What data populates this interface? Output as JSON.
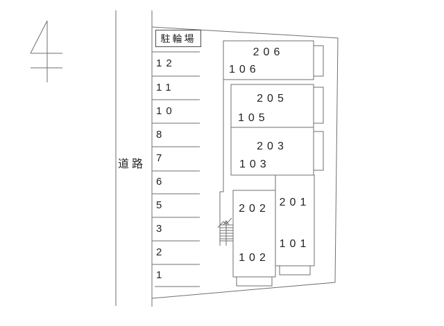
{
  "drawing": {
    "road_label": "道路",
    "bicycle_parking_label": "駐輪場",
    "parking_spaces": [
      "12",
      "11",
      "10",
      "8",
      "7",
      "6",
      "5",
      "3",
      "2",
      "1"
    ],
    "buildings": [
      {
        "upper": "206",
        "lower": "106"
      },
      {
        "upper": "205",
        "lower": "105"
      },
      {
        "upper": "203",
        "lower": "103"
      },
      {
        "upper": "202",
        "lower": "102"
      },
      {
        "upper": "201",
        "lower": "101"
      }
    ],
    "colors": {
      "line": "#6e6e6e",
      "text": "#1f1f1f"
    }
  }
}
